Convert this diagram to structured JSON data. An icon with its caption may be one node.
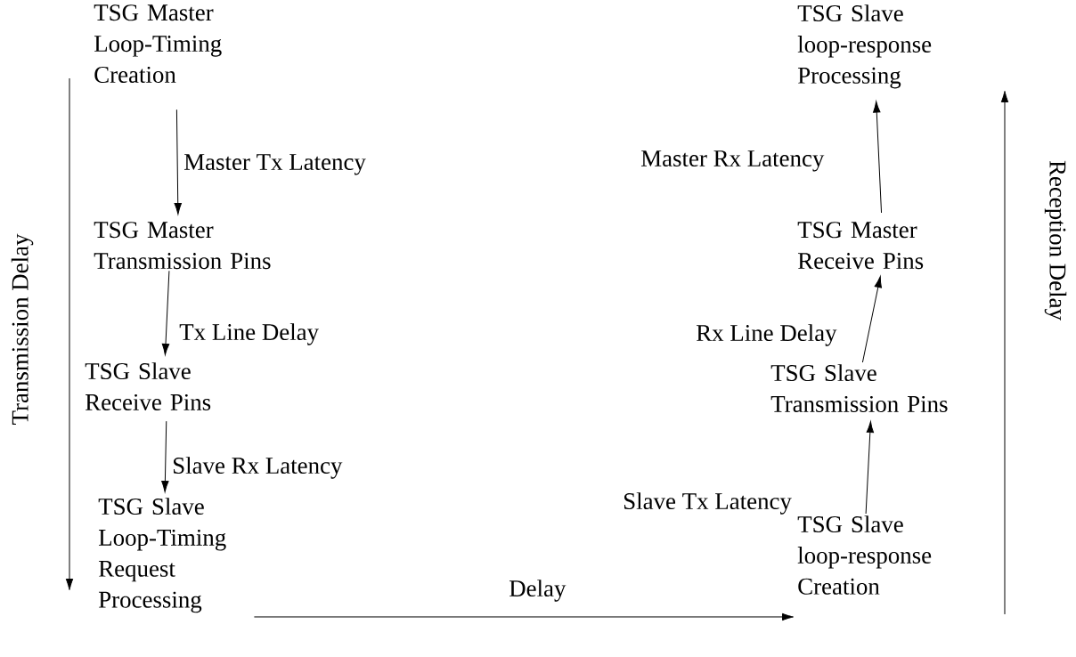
{
  "diagram": {
    "nodes": [
      {
        "text": [
          "TSG Master Loop-Timing Creation"
        ]
      },
      {
        "text": [
          "TSG Master Transmission Pins"
        ]
      },
      {
        "text": [
          "TSG Slave Receive Pins"
        ]
      },
      {
        "text": [
          "TSG Slave Loop-Timing Request Processing"
        ]
      },
      {
        "text": [
          "TSG Slave loop-response Creation"
        ]
      },
      {
        "text": [
          "TSG Slave Transmission Pins"
        ]
      },
      {
        "text": [
          "TSG Master Receive Pins"
        ]
      },
      {
        "text": [
          "TSG Slave loop-response Processing"
        ]
      }
    ],
    "edges": [
      {
        "from": 0,
        "to": 1,
        "arrow": "to",
        "label": "Master Tx Latency"
      },
      {
        "from": 1,
        "to": 2,
        "arrow": "to",
        "label": "Tx Line Delay"
      },
      {
        "from": 2,
        "to": 3,
        "arrow": "to",
        "label": "Slave Rx Latency"
      },
      {
        "from": 3,
        "to": 4,
        "arrow": "to",
        "label": "Delay"
      },
      {
        "from": 4,
        "to": 5,
        "arrow": "to",
        "label": "Slave Tx Latency"
      },
      {
        "from": 5,
        "to": 6,
        "arrow": "to",
        "label": "Rx Line Delay"
      },
      {
        "from": 6,
        "to": 7,
        "arrow": "to",
        "label": "Master Rx Latency"
      }
    ],
    "labels": [
      "Transmission Delay",
      "Reception Delay"
    ]
  }
}
